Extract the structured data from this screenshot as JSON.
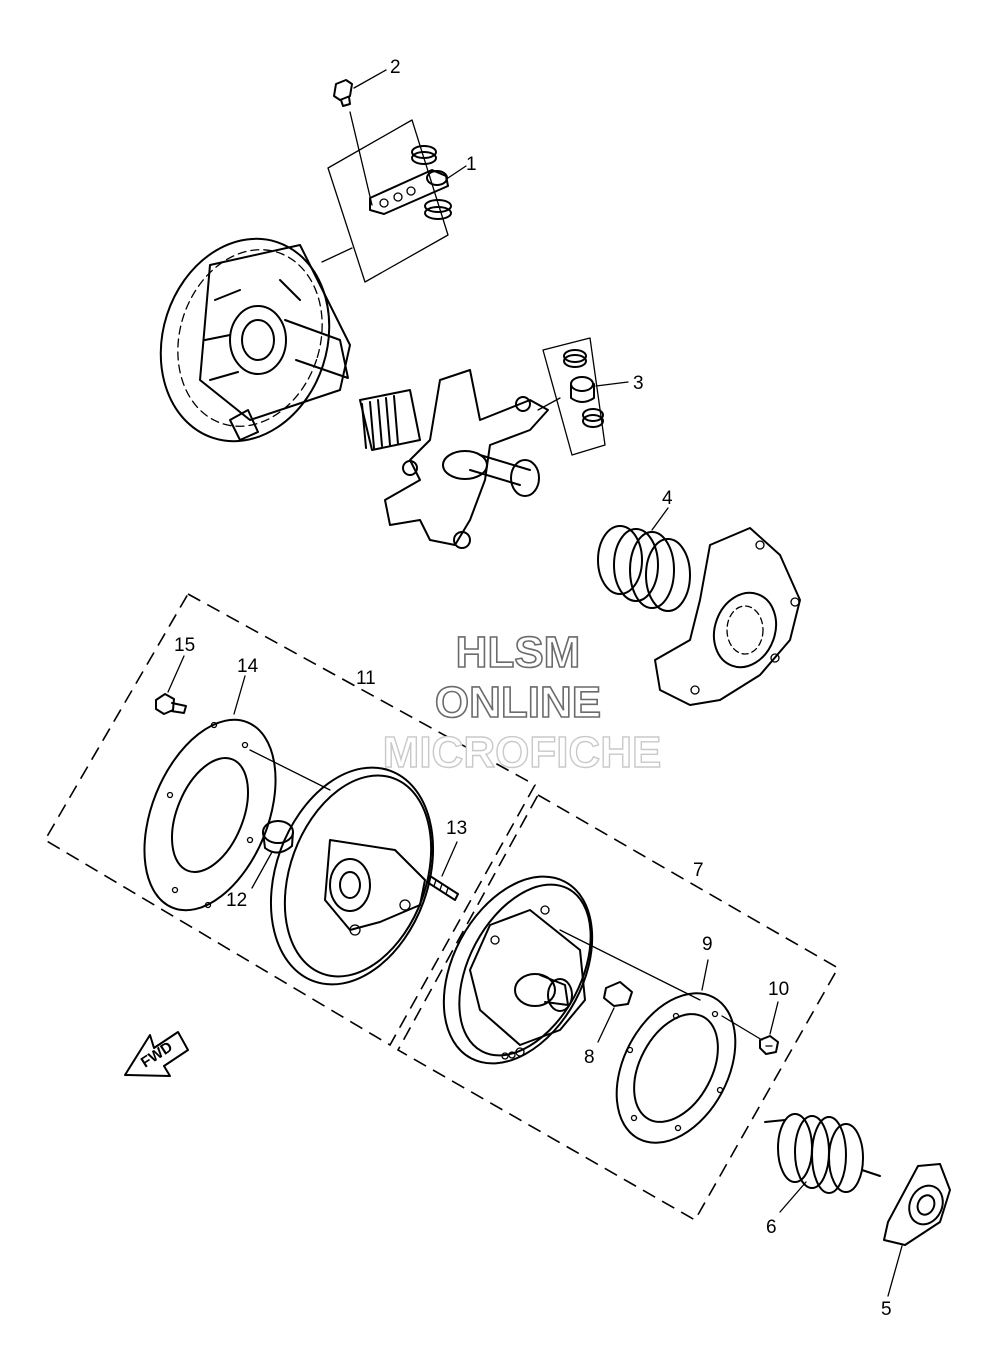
{
  "watermark": {
    "line1": "HLSM",
    "line2": "ONLINE",
    "line3": "MICROFICHE"
  },
  "direction_arrow": {
    "label": "FWD",
    "icon": "fwd-arrow-icon"
  },
  "callouts": [
    {
      "id": "1",
      "text": "1"
    },
    {
      "id": "2",
      "text": "2"
    },
    {
      "id": "3",
      "text": "3"
    },
    {
      "id": "4",
      "text": "4"
    },
    {
      "id": "5",
      "text": "5"
    },
    {
      "id": "6",
      "text": "6"
    },
    {
      "id": "7",
      "text": "7"
    },
    {
      "id": "8",
      "text": "8"
    },
    {
      "id": "9",
      "text": "9"
    },
    {
      "id": "10",
      "text": "10"
    },
    {
      "id": "11",
      "text": "11"
    },
    {
      "id": "12",
      "text": "12"
    },
    {
      "id": "13",
      "text": "13"
    },
    {
      "id": "14",
      "text": "14"
    },
    {
      "id": "15",
      "text": "15"
    }
  ]
}
